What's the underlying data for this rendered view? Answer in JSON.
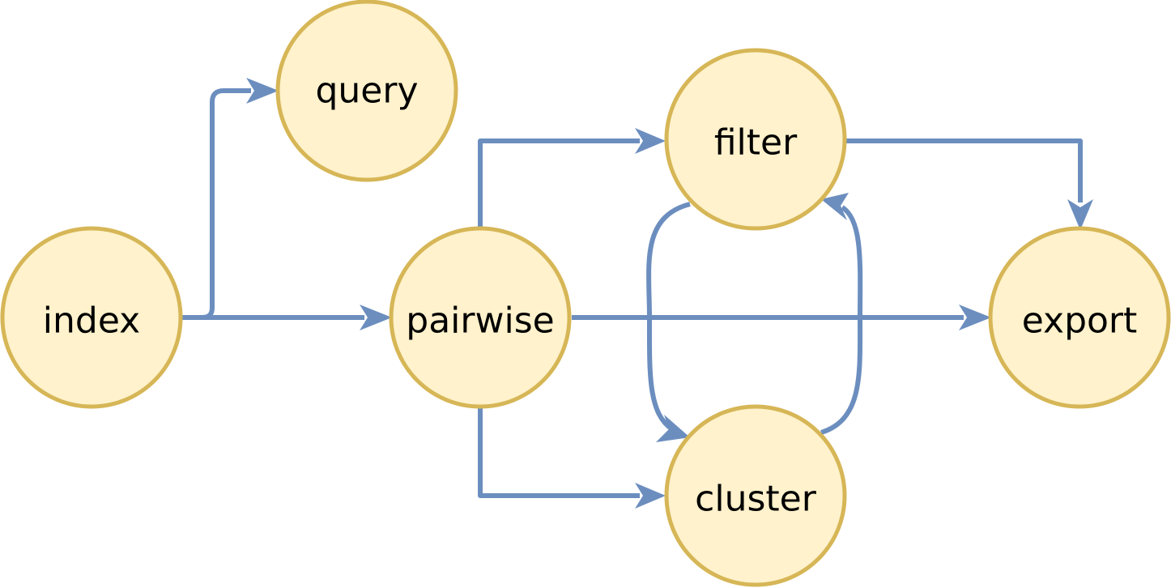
{
  "diagram": {
    "nodes": {
      "index": {
        "label": "index"
      },
      "query": {
        "label": "query"
      },
      "pairwise": {
        "label": "pairwise"
      },
      "filter": {
        "label": "filter"
      },
      "cluster": {
        "label": "cluster"
      },
      "export": {
        "label": "export"
      }
    },
    "edges": [
      {
        "from": "index",
        "to": "query"
      },
      {
        "from": "index",
        "to": "pairwise"
      },
      {
        "from": "pairwise",
        "to": "filter"
      },
      {
        "from": "pairwise",
        "to": "export"
      },
      {
        "from": "pairwise",
        "to": "cluster"
      },
      {
        "from": "filter",
        "to": "export"
      },
      {
        "from": "filter",
        "to": "cluster"
      },
      {
        "from": "cluster",
        "to": "filter"
      }
    ],
    "colors": {
      "node_fill": "#fff2cc",
      "node_stroke": "#d6b656",
      "edge": "#6c8ebf",
      "text": "#000000"
    }
  }
}
